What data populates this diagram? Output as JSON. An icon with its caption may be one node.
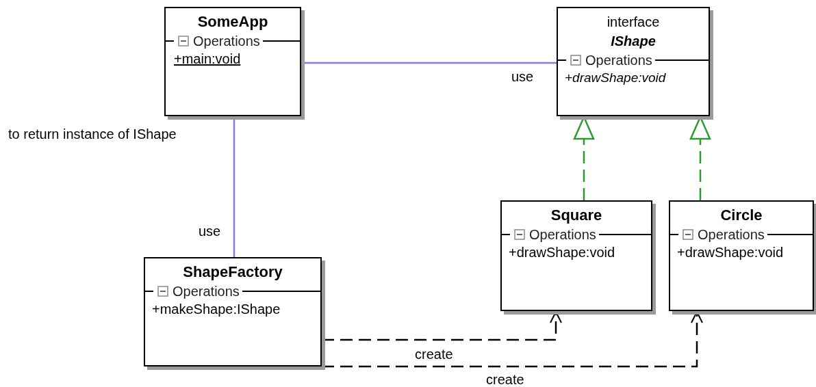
{
  "diagram": {
    "nodes": [
      {
        "text": [
          "SomeApp",
          "Operations",
          "+main:void"
        ]
      },
      {
        "text": [
          "interface",
          "IShape",
          "Operations",
          "+drawShape:void"
        ]
      },
      {
        "text": [
          "ShapeFactory",
          "Operations",
          "+makeShape:IShape"
        ]
      },
      {
        "text": [
          "Square",
          "Operations",
          "+drawShape:void"
        ]
      },
      {
        "text": [
          "Circle",
          "Operations",
          "+drawShape:void"
        ]
      }
    ],
    "edges": [
      {
        "from": 0,
        "to": 1,
        "arrow": "none",
        "label": "use",
        "color": "#7b7bff"
      },
      {
        "from": 0,
        "to": 2,
        "arrow": "none",
        "label": "use",
        "color": "#7b7bff"
      },
      {
        "from": 3,
        "to": 1,
        "arrow": "to",
        "style": "dashed",
        "color": "#2e9a2e"
      },
      {
        "from": 4,
        "to": 1,
        "arrow": "to",
        "style": "dashed",
        "color": "#2e9a2e"
      },
      {
        "from": 2,
        "to": 3,
        "arrow": "to",
        "style": "dashed",
        "label": "create",
        "color": "#000000"
      },
      {
        "from": 2,
        "to": 4,
        "arrow": "to",
        "style": "dashed",
        "label": "create",
        "color": "#000000"
      }
    ],
    "labels": [
      "to return instance of IShape"
    ]
  }
}
